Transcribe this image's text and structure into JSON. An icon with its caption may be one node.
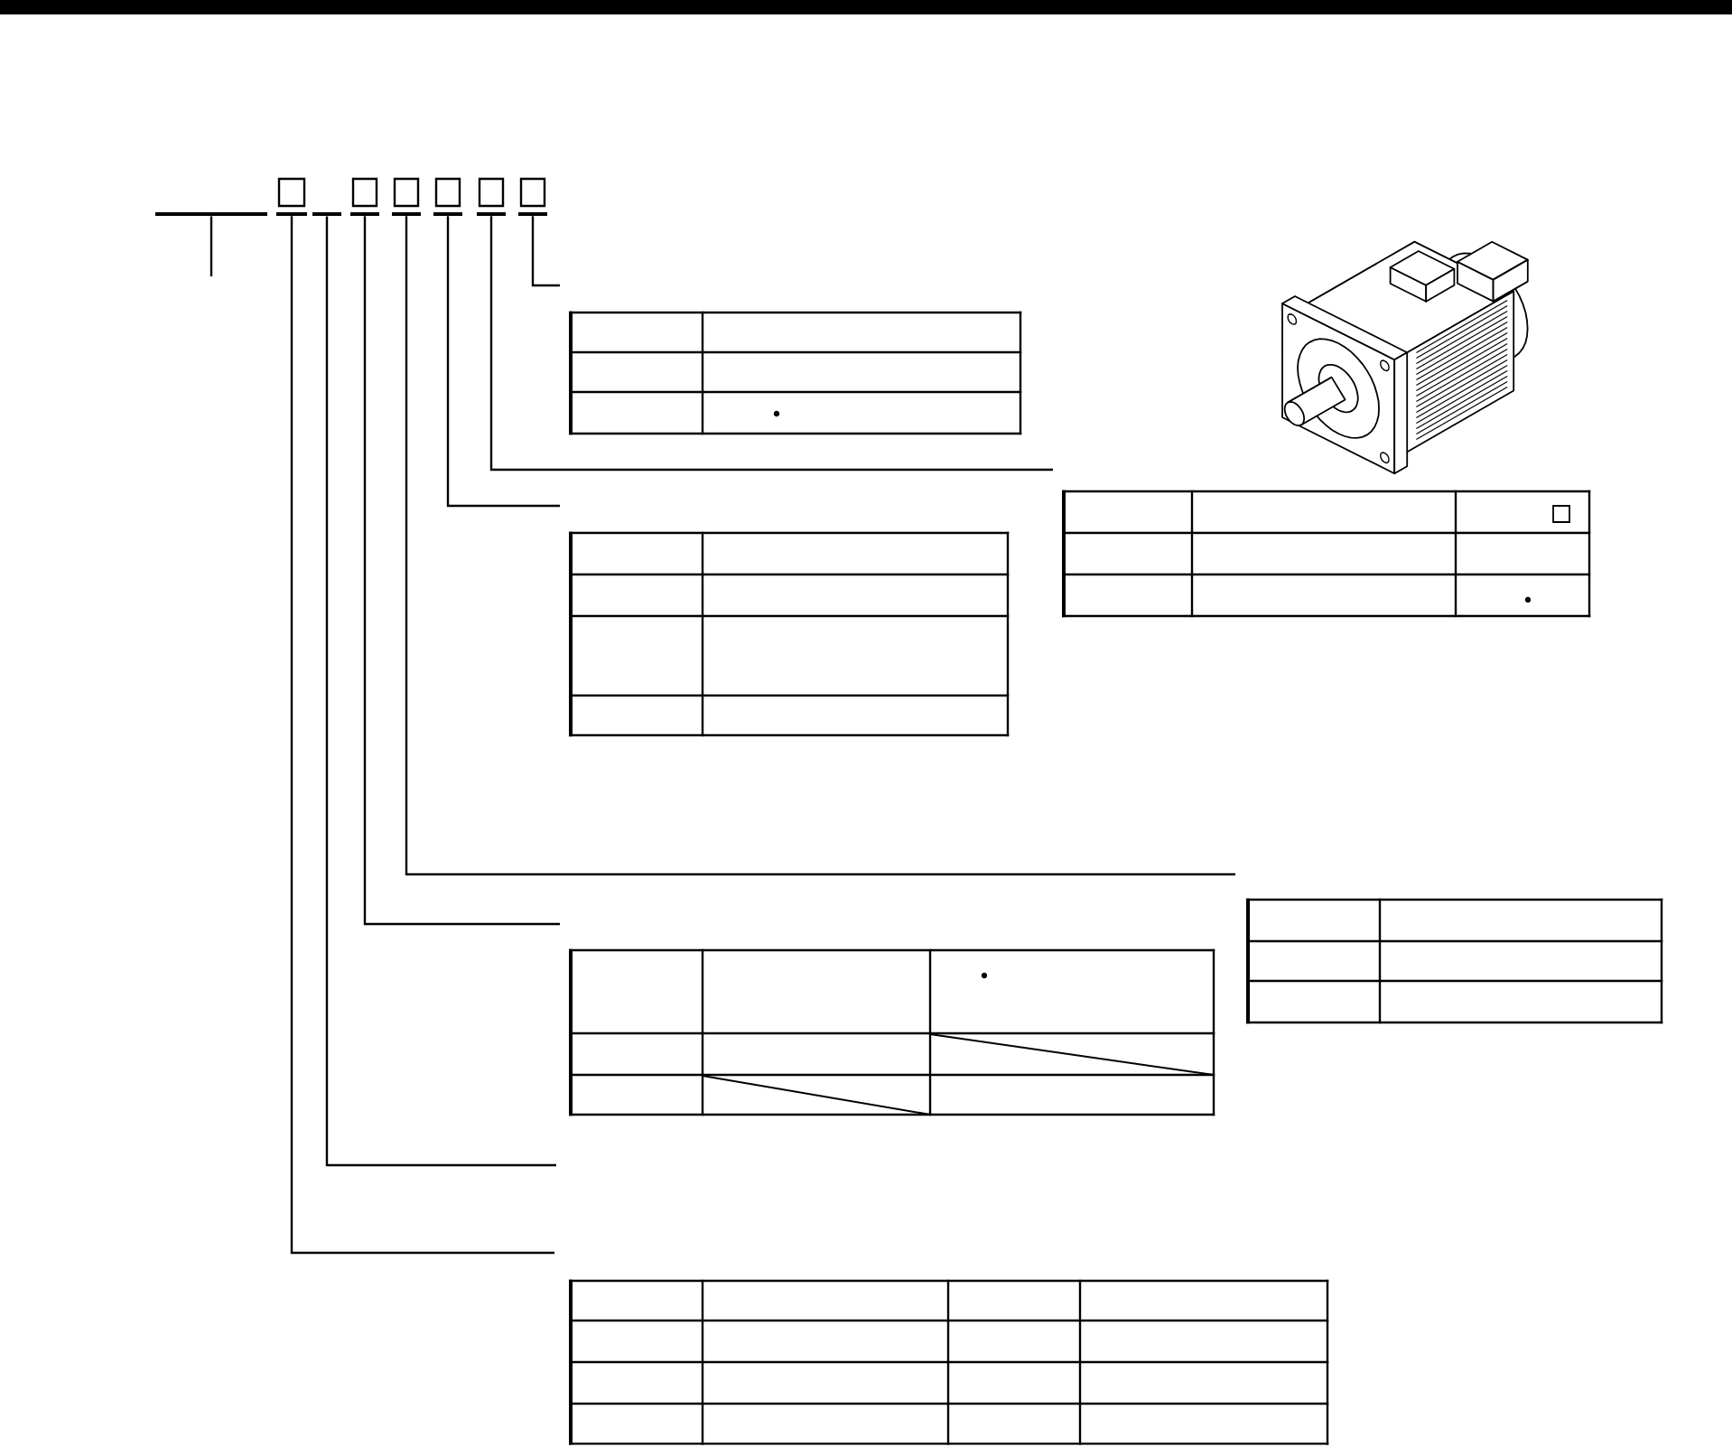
{
  "diagram": {
    "nodes": [
      {
        "text": [],
        "shape": "bar"
      },
      {
        "text": [],
        "shape": "box"
      },
      {
        "text": [],
        "shape": "bar"
      },
      {
        "text": [],
        "shape": "box"
      },
      {
        "text": [],
        "shape": "box"
      },
      {
        "text": [],
        "shape": "box"
      },
      {
        "text": [],
        "shape": "box"
      },
      {
        "text": [],
        "shape": "box"
      }
    ],
    "edges": [
      {
        "from": 0,
        "to": null,
        "arrow": "none"
      },
      {
        "from": 1,
        "to": null,
        "arrow": "none"
      },
      {
        "from": 2,
        "to": null,
        "arrow": "none"
      },
      {
        "from": 3,
        "to": null,
        "arrow": "none"
      },
      {
        "from": 4,
        "to": null,
        "arrow": "none"
      },
      {
        "from": 5,
        "to": null,
        "arrow": "none"
      },
      {
        "from": 6,
        "to": null,
        "arrow": "none"
      },
      {
        "from": 7,
        "to": null,
        "arrow": "none"
      }
    ]
  }
}
